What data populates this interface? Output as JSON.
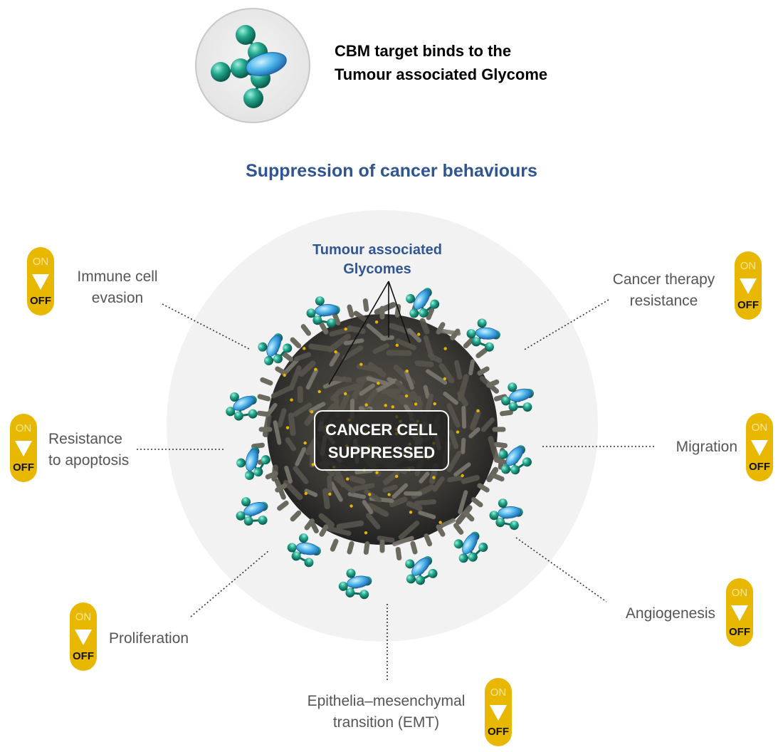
{
  "legend": {
    "line1": "CBM target binds to the",
    "line2": "Tumour associated Glycome"
  },
  "title": "Suppression of cancer behaviours",
  "glycome_label": {
    "line1": "Tumour associated",
    "line2": "Glycomes"
  },
  "center": {
    "line1": "CANCER CELL",
    "line2": "SUPPRESSED"
  },
  "switch": {
    "on_label": "ON",
    "off_label": "OFF",
    "state": "OFF"
  },
  "behaviours": [
    {
      "line1": "Immune cell",
      "line2": "evasion"
    },
    {
      "line1": "Cancer therapy",
      "line2": "resistance"
    },
    {
      "line1": "Resistance",
      "line2": "to apoptosis"
    },
    {
      "line1": "Migration",
      "line2": ""
    },
    {
      "line1": "Proliferation",
      "line2": ""
    },
    {
      "line1": "Angiogenesis",
      "line2": ""
    },
    {
      "line1": "Epithelia–mesenchymal",
      "line2": "transition (EMT)"
    }
  ],
  "colors": {
    "title_blue": "#2f5593",
    "switch_yellow": "#e8b800",
    "glycan_teal": "#1a9c86",
    "cbm_blue": "#3fa9e0",
    "circle_gray": "#f2f2f2"
  }
}
